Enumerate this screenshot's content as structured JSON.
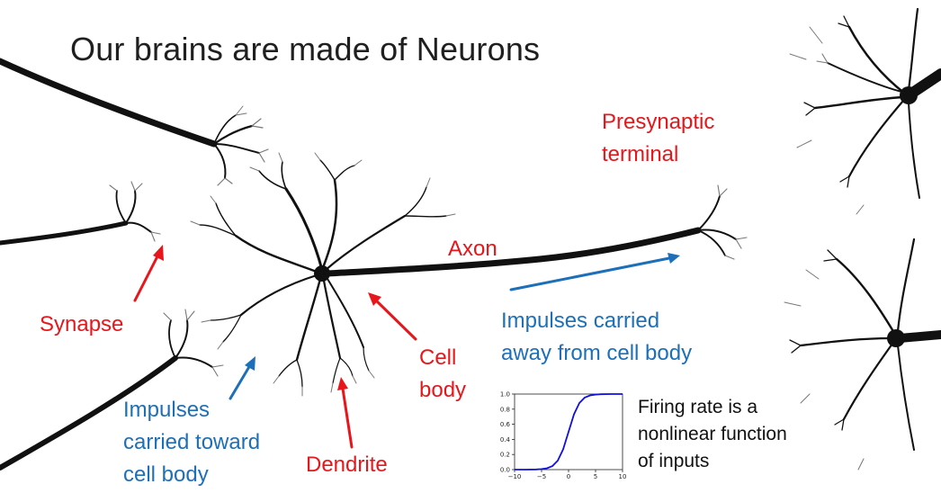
{
  "title": "Our brains are made of Neurons",
  "labels": {
    "synapse": "Synapse",
    "axon": "Axon",
    "presynaptic": [
      "Presynaptic",
      "terminal"
    ],
    "cell_body": [
      "Cell",
      "body"
    ],
    "dendrite": "Dendrite",
    "impulses_toward": [
      "Impulses",
      "carried toward",
      "cell body"
    ],
    "impulses_away": [
      "Impulses carried",
      "away from cell body"
    ],
    "firing_rate": [
      "Firing rate is a",
      "nonlinear function",
      "of inputs"
    ]
  },
  "colors": {
    "label_red": "#e8161a",
    "label_blue": "#1c6fb8",
    "neuron": "#111111",
    "sigmoid": "#1010dd"
  },
  "chart_data": {
    "type": "line",
    "title": "",
    "xlabel": "",
    "ylabel": "",
    "xlim": [
      -10,
      10
    ],
    "ylim": [
      0,
      1
    ],
    "x_ticks": [
      "-10",
      "-5",
      "0",
      "5",
      "10"
    ],
    "y_ticks": [
      "0.0",
      "0.2",
      "0.4",
      "0.6",
      "0.8",
      "1.0"
    ],
    "series": [
      {
        "function": "sigmoid",
        "x": [
          -10,
          -8,
          -6,
          -5,
          -4,
          -3,
          -2,
          -1,
          0,
          1,
          2,
          3,
          4,
          5,
          6,
          8,
          10
        ],
        "y": [
          5e-05,
          0.0003,
          0.0025,
          0.0067,
          0.018,
          0.047,
          0.119,
          0.269,
          0.5,
          0.731,
          0.881,
          0.953,
          0.982,
          0.993,
          0.9975,
          0.9997,
          0.99995
        ]
      }
    ],
    "grid": false,
    "legend": "none"
  }
}
